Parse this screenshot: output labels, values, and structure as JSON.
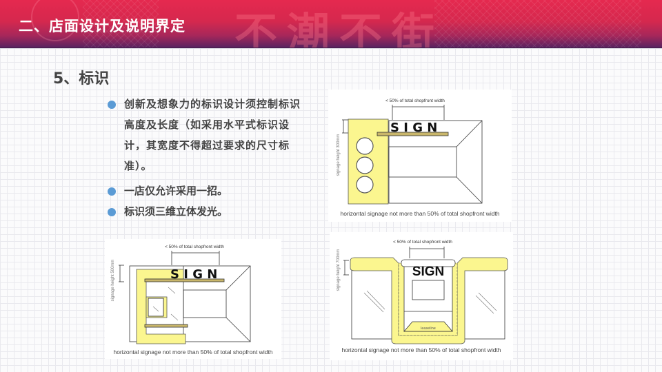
{
  "header": {
    "title": "二、店面设计及说明界定",
    "decorative_text": "不潮不街",
    "colors": {
      "top": "#e5294f",
      "bottom": "#5a2360"
    }
  },
  "section": {
    "title": "5、标识",
    "bullet_color": "#5b9bd5",
    "bullets": [
      {
        "text": "创新及想象力的标识设计须控制标识高度及长度（如采用水平式标识设计，其宽度不得超过要求的尺寸标准）。"
      },
      {
        "text": "一店仅允许采用一招。"
      },
      {
        "text": "标识须三维立体发光。"
      }
    ]
  },
  "figures": {
    "top_right": {
      "width_label": "< 50% of total shopfront width",
      "height_label": "signage height 300mm",
      "sign_text": "S I G N",
      "caption": "horizontal signage not more than 50% of total shopfront width"
    },
    "bottom_left": {
      "width_label": "< 50% of total shopfront width",
      "height_label": "signage height 500mm",
      "sign_text": "S I G N",
      "caption": "horizontal signage not more than 50% of total shopfront width"
    },
    "bottom_right": {
      "width_label": "< 50% of total shopfront width",
      "height_label": "signage height 700mm",
      "sign_text": "SIGN",
      "base_label": "leaseline",
      "caption": "horizontal signage not more than 50% of total shopfront width"
    },
    "colors": {
      "yellow": "#fbf68f",
      "outline": "#333333"
    }
  }
}
